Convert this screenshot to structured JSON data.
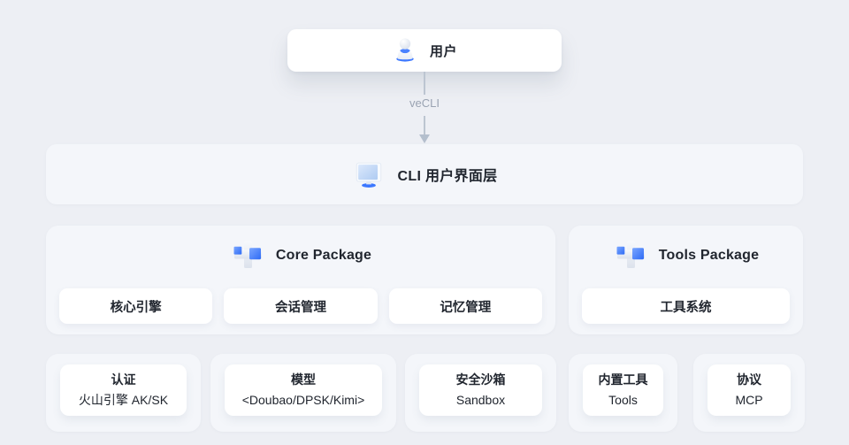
{
  "colors": {
    "page_bg": "#edeff4",
    "panel_bg": "#f4f6fa",
    "card_bg": "#ffffff",
    "ink": "#21262f",
    "muted_label": "#9aa3b2",
    "connector": "#b4bfcd",
    "accent_blue": "#3c78ff"
  },
  "user_node": {
    "label": "用户",
    "icon": "user-icon"
  },
  "connector": {
    "label": "veCLI"
  },
  "cli_layer": {
    "label": "CLI 用户界面层",
    "icon": "monitor-icon"
  },
  "packages": [
    {
      "title": "Core Package",
      "icon": "package-icon",
      "modules": [
        "核心引擎",
        "会话管理",
        "记忆管理"
      ]
    },
    {
      "title": "Tools Package",
      "icon": "package-icon",
      "modules": [
        "工具系统"
      ]
    }
  ],
  "details": [
    {
      "line1": "认证",
      "line2": "火山引擎 AK/SK"
    },
    {
      "line1": "模型",
      "line2": "<Doubao/DPSK/Kimi>"
    },
    {
      "line1": "安全沙箱",
      "line2": "Sandbox"
    },
    {
      "line1": "内置工具",
      "line2": "Tools"
    },
    {
      "line1": "协议",
      "line2": "MCP"
    }
  ]
}
